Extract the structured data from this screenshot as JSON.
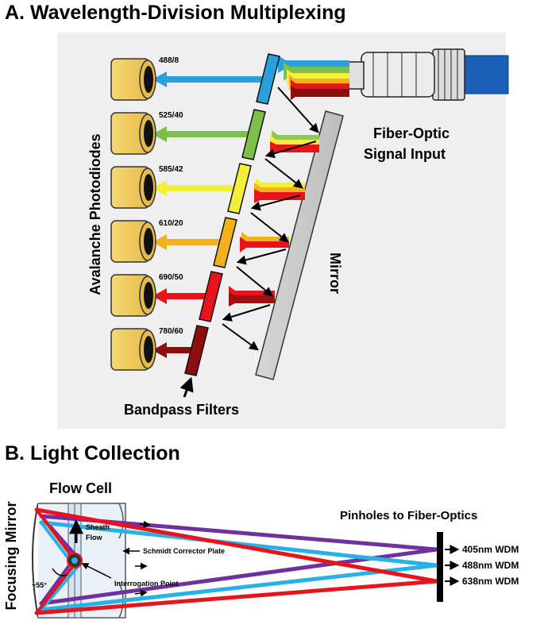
{
  "section_a": {
    "title": "A.  Wavelength-Division Multiplexing",
    "filters": [
      "488/8",
      "525/40",
      "585/42",
      "610/20",
      "690/50",
      "780/60"
    ],
    "filter_colors": [
      "#2aa0dc",
      "#7cc04a",
      "#f2ee3a",
      "#f2b21c",
      "#e8141c",
      "#8e0e0e"
    ],
    "detector_label": "Avalanche Photodiodes",
    "mirror_label": "Mirror",
    "input_label_line1": "Fiber-Optic",
    "input_label_line2": "Signal Input",
    "filters_label": "Bandpass Filters"
  },
  "section_b": {
    "title": "B.  Light Collection",
    "flow_cell_label": "Flow Cell",
    "focusing_mirror_label": "Focusing Mirror",
    "sheath_flow_line1": "Sheath",
    "sheath_flow_line2": "Flow",
    "schmidt_label": "Schmidt Corrector Plate",
    "interrogation_label": "Interrogation Point",
    "angle_label": "~55°",
    "pinholes_label": "Pinholes to Fiber-Optics",
    "outputs": [
      "405nm WDM",
      "488nm WDM",
      "638nm WDM"
    ],
    "beam_colors": {
      "violet": "#7030a0",
      "blue": "#28b0e8",
      "red": "#e8141c"
    }
  }
}
